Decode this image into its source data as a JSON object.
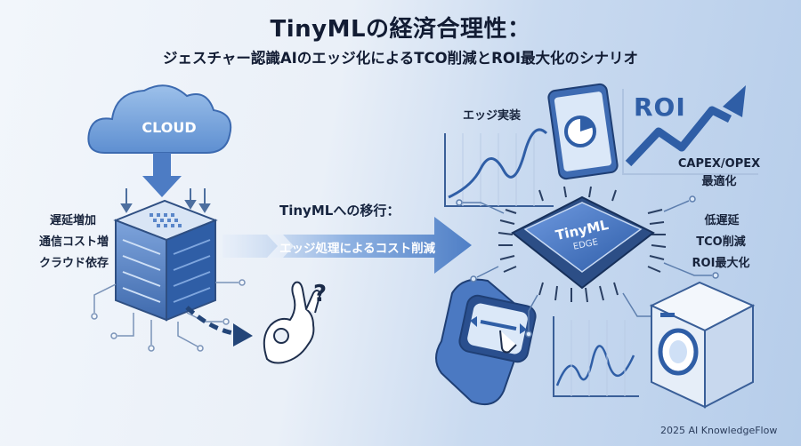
{
  "title": "TinyMLの経済合理性：",
  "subtitle": "ジェスチャー認識AIのエッジ化によるTCO削減とROI最大化のシナリオ",
  "left": {
    "cloud_label": "CLOUD",
    "issues": [
      "遅延増加",
      "通信コスト増",
      "クラウド依存"
    ],
    "question_mark": "?"
  },
  "middle": {
    "transition_label": "TinyMLへの移行：",
    "arrow_label": "エッジ処理によるコスト削減"
  },
  "right": {
    "edge_impl": "エッジ実装",
    "roi": "ROI",
    "capex_line1": "CAPEX/OPEX",
    "capex_line2": "最適化",
    "chip_line1": "TinyML",
    "chip_line2": "EDGE",
    "benefits": [
      "低遅延",
      "TCO削減",
      "ROI最大化"
    ]
  },
  "footer": "2025 AI KnowledgeFlow"
}
